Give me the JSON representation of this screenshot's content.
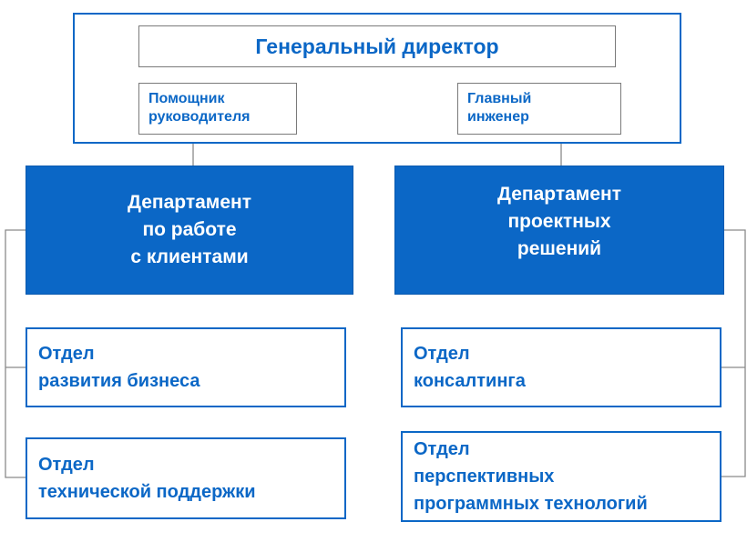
{
  "director": {
    "title": "Генеральный директор"
  },
  "assistants": [
    {
      "label": "Помощник\nруководителя"
    },
    {
      "label": "Главный\nинженер"
    }
  ],
  "departments": [
    {
      "label": "Департамент\nпо работе\nс клиентами"
    },
    {
      "label": "Департамент\nпроектных\nрешений"
    }
  ],
  "units": [
    {
      "label": "Отдел\nразвития  бизнеса"
    },
    {
      "label": "Отдел\nтехнической  поддержки"
    },
    {
      "label": "Отдел\nконсалтинга"
    },
    {
      "label": "Отдел\nперспективных\nпрограммных технологий"
    }
  ],
  "colors": {
    "primary": "#0b67c6",
    "connector": "#8a8a8a"
  }
}
